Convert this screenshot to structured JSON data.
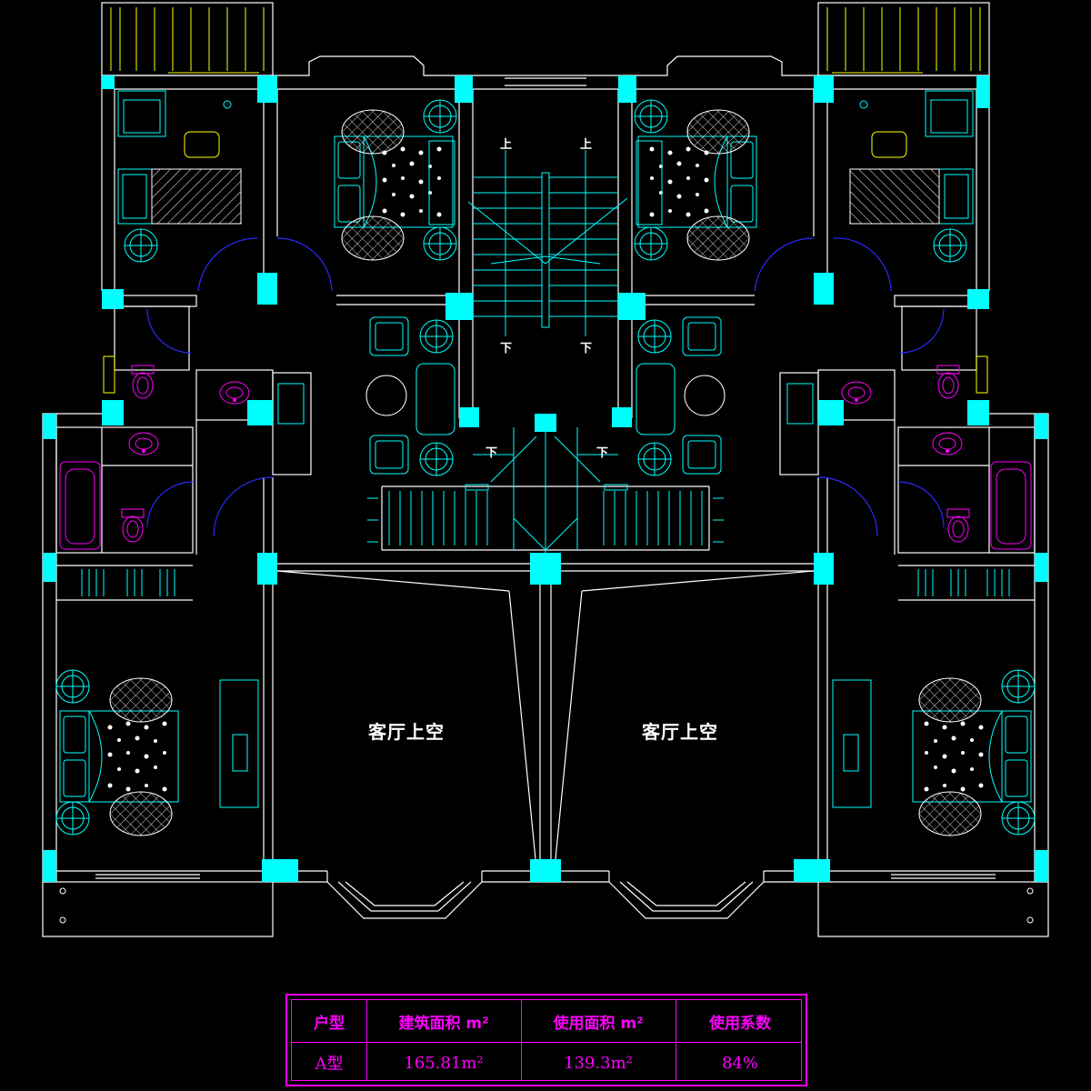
{
  "labels": {
    "living_void_left": "客厅上空",
    "living_void_right": "客厅上空",
    "stair_up": "上",
    "stair_down": "下"
  },
  "area_table": {
    "headers": [
      "户型",
      "建筑面积 m²",
      "使用面积 m²",
      "使用系数"
    ],
    "row": [
      "A型",
      "165.81m²",
      "139.3m²",
      "84%"
    ]
  },
  "colors": {
    "background": "#000000",
    "wall": "#ffffff",
    "column": "#00ffff",
    "furniture": "#00ffff",
    "sanitary": "#ff00ff",
    "door_arc": "#0000ff",
    "accent_yellow": "#ffff00",
    "table_border": "#ff00ff"
  }
}
